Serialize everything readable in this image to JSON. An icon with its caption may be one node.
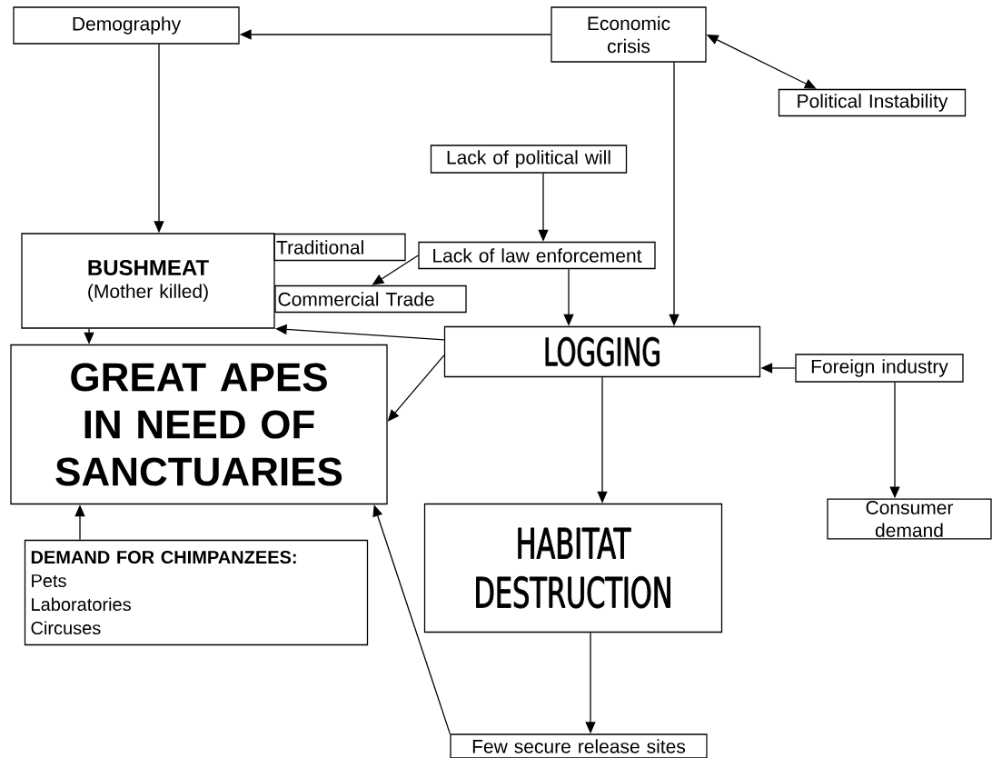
{
  "diagram": {
    "nodes": [
      {
        "text": [
          "Demography"
        ]
      },
      {
        "text": [
          "Economic crisis"
        ]
      },
      {
        "text": [
          "Political Instability"
        ]
      },
      {
        "text": [
          "Lack of political will"
        ]
      },
      {
        "text": [
          "BUSHMEAT",
          "(Mother killed)"
        ]
      },
      {
        "text": [
          "Traditional"
        ]
      },
      {
        "text": [
          "Lack of law enforcement"
        ]
      },
      {
        "text": [
          "Commercial Trade"
        ]
      },
      {
        "text": [
          "LOGGING"
        ]
      },
      {
        "text": [
          "Foreign industry"
        ]
      },
      {
        "text": [
          "GREAT APES IN NEED OF SANCTUARIES"
        ]
      },
      {
        "text": [
          "HABITAT DESTRUCTION"
        ]
      },
      {
        "text": [
          "Consumer demand"
        ]
      },
      {
        "text": [
          "DEMAND FOR CHIMPANZEES:",
          "Pets",
          "Laboratories",
          "Circuses"
        ]
      },
      {
        "text": [
          "Few secure release sites"
        ]
      }
    ],
    "edges": [
      {
        "from": 1,
        "to": 0,
        "arrow": "to"
      },
      {
        "from": 1,
        "to": 2,
        "arrow": "both"
      },
      {
        "from": 0,
        "to": 4,
        "arrow": "to"
      },
      {
        "from": 1,
        "to": 8,
        "arrow": "to"
      },
      {
        "from": 3,
        "to": 6,
        "arrow": "to"
      },
      {
        "from": 6,
        "to": 7,
        "arrow": "to"
      },
      {
        "from": 6,
        "to": 8,
        "arrow": "to"
      },
      {
        "from": 8,
        "to": 4,
        "arrow": "to"
      },
      {
        "from": 8,
        "to": 10,
        "arrow": "to"
      },
      {
        "from": 4,
        "to": 10,
        "arrow": "to"
      },
      {
        "from": 9,
        "to": 8,
        "arrow": "to"
      },
      {
        "from": 9,
        "to": 12,
        "arrow": "to"
      },
      {
        "from": 8,
        "to": 11,
        "arrow": "to"
      },
      {
        "from": 13,
        "to": 10,
        "arrow": "to"
      },
      {
        "from": 11,
        "to": 14,
        "arrow": "to"
      },
      {
        "from": 14,
        "to": 10,
        "arrow": "to"
      }
    ]
  }
}
